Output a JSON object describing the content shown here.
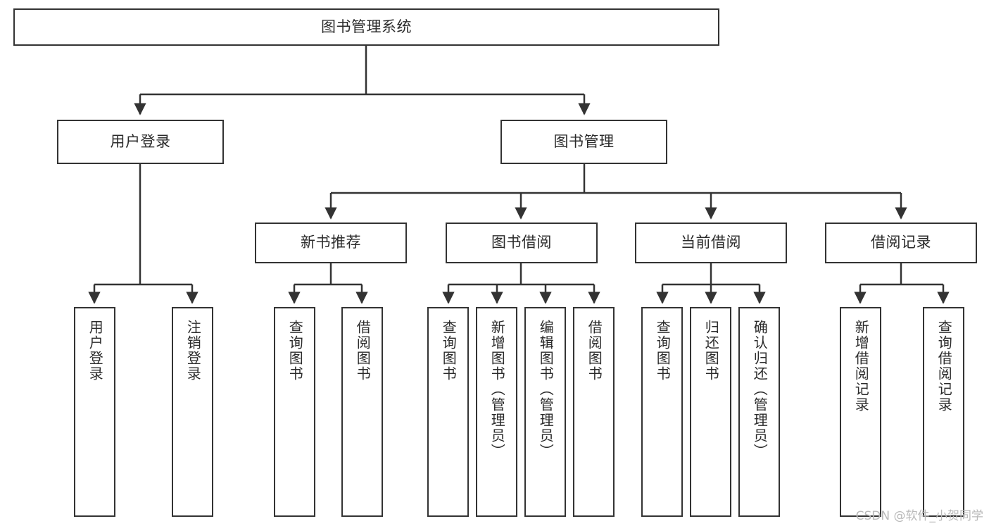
{
  "diagram": {
    "title": "图书管理系统",
    "type": "tree-hierarchy-flowchart",
    "style": {
      "box_border_color": "#333333",
      "box_fill_color": "#ffffff",
      "edge_color": "#333333",
      "text_color": "#2b2b2b",
      "background": "#ffffff"
    },
    "root": {
      "label": "图书管理系统"
    },
    "level2": [
      {
        "label": "用户登录"
      },
      {
        "label": "图书管理"
      }
    ],
    "level3": [
      {
        "label": "新书推荐"
      },
      {
        "label": "图书借阅"
      },
      {
        "label": "当前借阅"
      },
      {
        "label": "借阅记录"
      }
    ],
    "leaves": {
      "user_login": [
        {
          "label": "用户登录"
        },
        {
          "label": "注销登录"
        }
      ],
      "new_book_recommend": [
        {
          "label": "查询图书"
        },
        {
          "label": "借阅图书"
        }
      ],
      "book_borrow": [
        {
          "label": "查询图书"
        },
        {
          "label": "新增图书（管理员）"
        },
        {
          "label": "编辑图书（管理员）"
        },
        {
          "label": "借阅图书"
        }
      ],
      "current_borrow": [
        {
          "label": "查询图书"
        },
        {
          "label": "归还图书"
        },
        {
          "label": "确认归还（管理员）"
        }
      ],
      "borrow_records": [
        {
          "label": "新增借阅记录"
        },
        {
          "label": "查询借阅记录"
        }
      ]
    }
  },
  "watermark": {
    "text": "CSDN @软件_小贺同学"
  }
}
